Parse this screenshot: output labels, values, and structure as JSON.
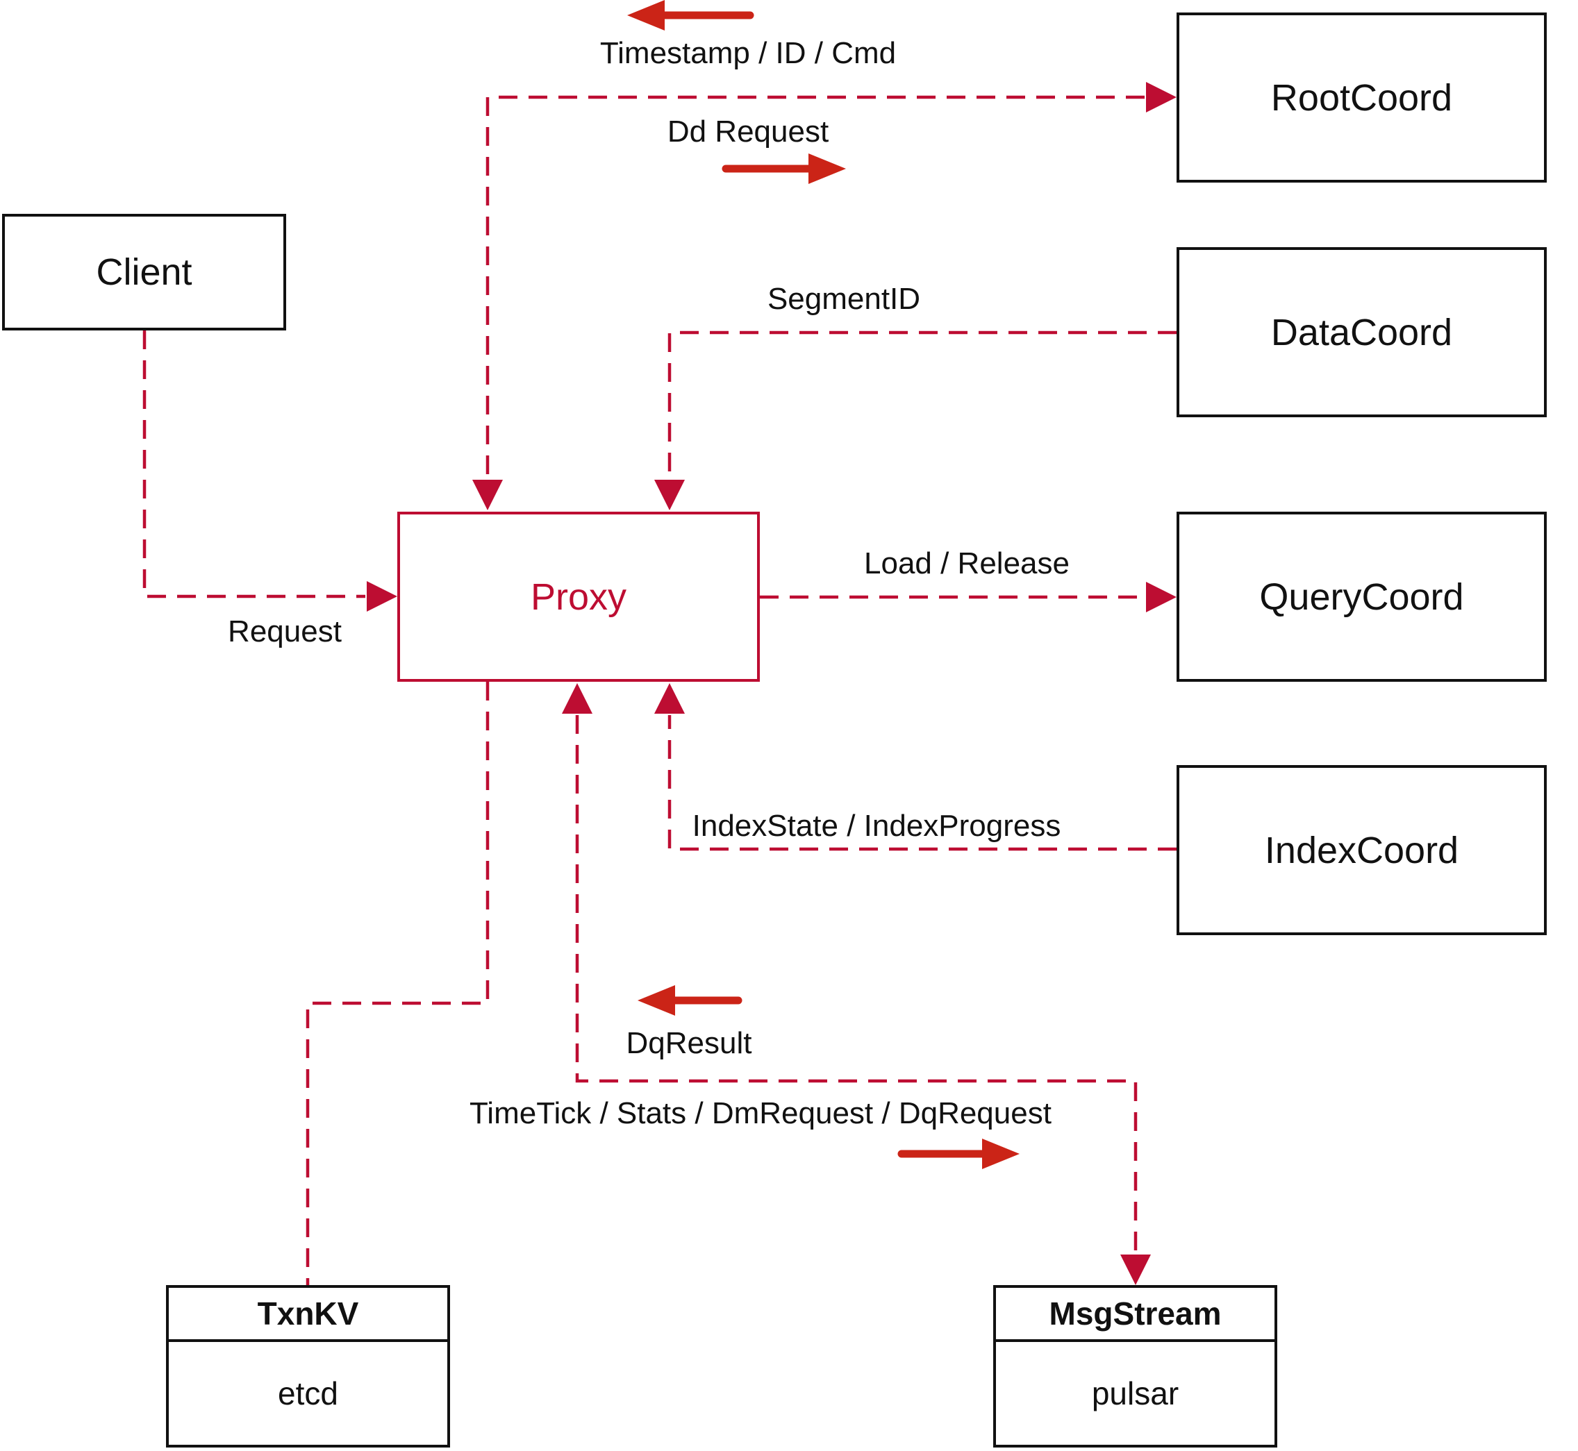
{
  "colors": {
    "line_red": "#bd0d32",
    "arrow_red": "#cb2417",
    "box_border": "#111111",
    "text": "#111111",
    "background": "#ffffff"
  },
  "nodes": {
    "client": {
      "label": "Client"
    },
    "proxy": {
      "label": "Proxy"
    },
    "root_coord": {
      "label": "RootCoord"
    },
    "data_coord": {
      "label": "DataCoord"
    },
    "query_coord": {
      "label": "QueryCoord"
    },
    "index_coord": {
      "label": "IndexCoord"
    },
    "txn_kv": {
      "title": "TxnKV",
      "subtitle": "etcd"
    },
    "msg_stream": {
      "title": "MsgStream",
      "subtitle": "pulsar"
    }
  },
  "edge_labels": {
    "timestamp_id_cmd": "Timestamp / ID / Cmd",
    "dd_request": "Dd Request",
    "segment_id": "SegmentID",
    "load_release": "Load / Release",
    "request": "Request",
    "index_state": "IndexState / IndexProgress",
    "dq_result": "DqResult",
    "timetick": "TimeTick / Stats / DmRequest / DqRequest"
  }
}
